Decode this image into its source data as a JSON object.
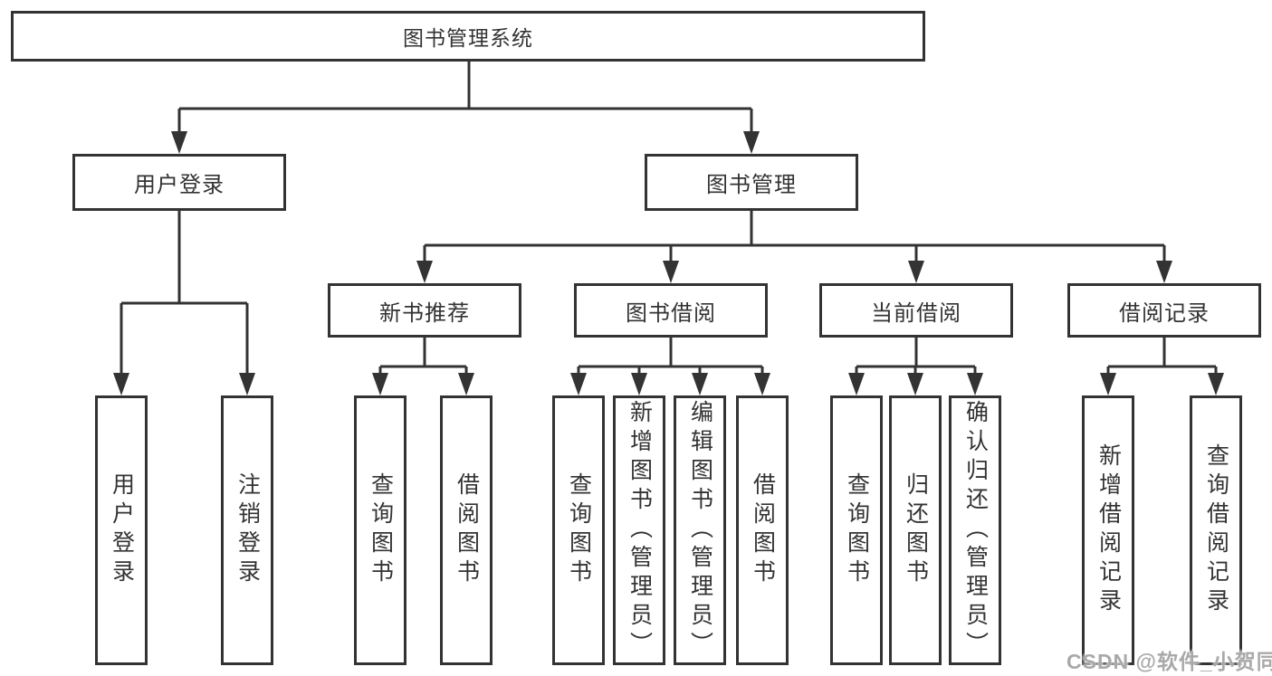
{
  "tree": {
    "root": "图书管理系统",
    "children": [
      {
        "label": "用户登录",
        "children": [
          "用户登录",
          "注销登录"
        ]
      },
      {
        "label": "图书管理",
        "children": [
          {
            "label": "新书推荐",
            "children": [
              "查询图书",
              "借阅图书"
            ]
          },
          {
            "label": "图书借阅",
            "children": [
              "查询图书",
              "新增图书（管理员）",
              "编辑图书（管理员）",
              "借阅图书"
            ]
          },
          {
            "label": "当前借阅",
            "children": [
              "查询图书",
              "归还图书",
              "确认归还（管理员）"
            ]
          },
          {
            "label": "借阅记录",
            "children": [
              "新增借阅记录",
              "查询借阅记录"
            ]
          }
        ]
      }
    ]
  },
  "watermark": {
    "text": "CSDN @软件_小贺同学"
  },
  "colors": {
    "line": "#333333",
    "text": "#333333",
    "background": "#ffffff",
    "watermark": "#a4a4a4"
  }
}
